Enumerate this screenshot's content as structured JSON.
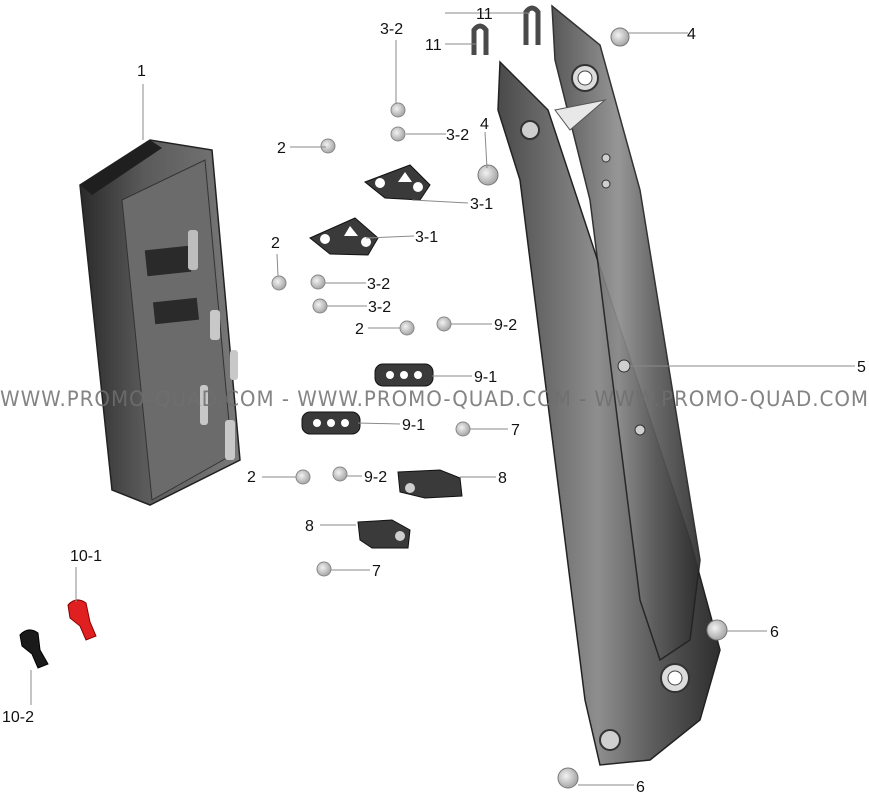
{
  "watermark": "WWW.PROMO-QUAD.COM - WWW.PROMO-QUAD.COM - WWW.PROMO-QUAD.COM",
  "colors": {
    "part_dark": "#3a3a3a",
    "part_light": "#cfcfcf",
    "cap_red": "#e02020",
    "cap_black": "#1a1a1a"
  },
  "callouts": [
    {
      "id": "c1",
      "text": "1"
    },
    {
      "id": "c2a",
      "text": "2"
    },
    {
      "id": "c2b",
      "text": "2"
    },
    {
      "id": "c2c",
      "text": "2"
    },
    {
      "id": "c2d",
      "text": "2"
    },
    {
      "id": "c3-1a",
      "text": "3-1"
    },
    {
      "id": "c3-1b",
      "text": "3-1"
    },
    {
      "id": "c3-2a",
      "text": "3-2"
    },
    {
      "id": "c3-2b",
      "text": "3-2"
    },
    {
      "id": "c3-2c",
      "text": "3-2"
    },
    {
      "id": "c3-2d",
      "text": "3-2"
    },
    {
      "id": "c4a",
      "text": "4"
    },
    {
      "id": "c4b",
      "text": "4"
    },
    {
      "id": "c5",
      "text": "5"
    },
    {
      "id": "c6a",
      "text": "6"
    },
    {
      "id": "c6b",
      "text": "6"
    },
    {
      "id": "c7a",
      "text": "7"
    },
    {
      "id": "c7b",
      "text": "7"
    },
    {
      "id": "c8a",
      "text": "8"
    },
    {
      "id": "c8b",
      "text": "8"
    },
    {
      "id": "c9-1a",
      "text": "9-1"
    },
    {
      "id": "c9-1b",
      "text": "9-1"
    },
    {
      "id": "c9-2a",
      "text": "9-2"
    },
    {
      "id": "c9-2b",
      "text": "9-2"
    },
    {
      "id": "c10-1",
      "text": "10-1"
    },
    {
      "id": "c10-2",
      "text": "10-2"
    },
    {
      "id": "c11a",
      "text": "11"
    },
    {
      "id": "c11b",
      "text": "11"
    }
  ]
}
